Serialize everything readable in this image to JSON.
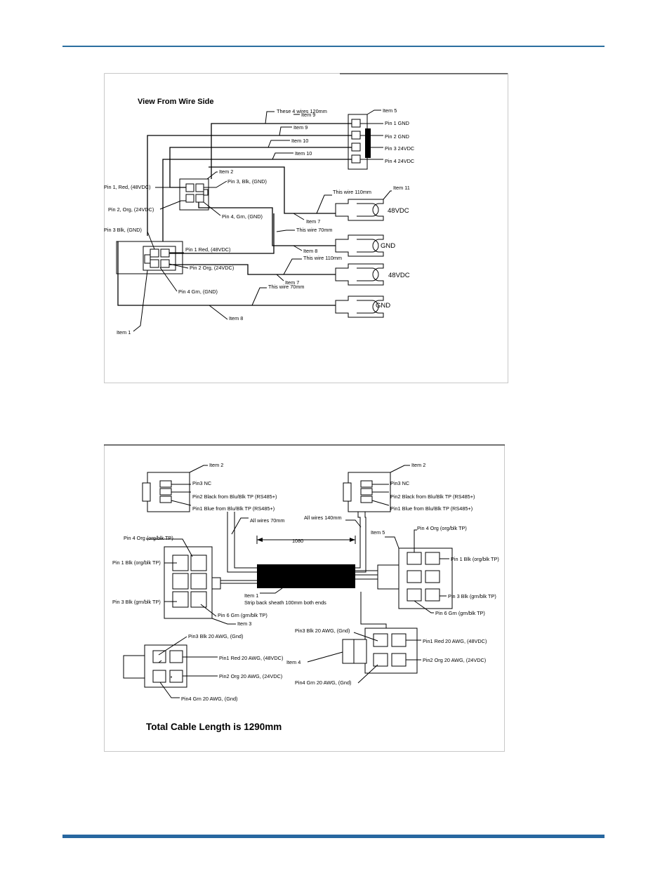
{
  "diagram1": {
    "title": "View From Wire Side",
    "labels": {
      "these4": "These 4 wires 120mm",
      "item9a": "Item 9",
      "item9b": "Item 9",
      "item10a": "Item 10",
      "item10b": "Item 10",
      "item5": "Item 5",
      "p1gnd": "Pin 1 GND",
      "p2gnd": "Pin 2 GND",
      "p3v": "Pin 3 24VDC",
      "p4v": "Pin 4 24VDC",
      "item2": "Item 2",
      "p1red": "Pin 1, Red, (48VDC)",
      "p3blk": "Pin 3, Blk, (GND)",
      "p2org": "Pin 2, Org, (24VDC)",
      "p4grn": "Pin 4, Grn, (GND)",
      "w110a": "This wire 110mm",
      "item11": "Item 11",
      "v48a": "48VDC",
      "item7a": "Item 7",
      "w70a": "This wire 70mm",
      "gnda": "GND",
      "item8a": "Item 8",
      "w110b": "This wire 110mm",
      "v48b": "48VDC",
      "item7b": "Item 7",
      "w70b": "This wire 70mm",
      "gndb": "GND",
      "item8b": "Item 8",
      "p3blkB": "Pin 3 Blk, (GND)",
      "p1redB": "Pin 1 Red, (48VDC)",
      "p2orgB": "Pin 2 Org, (24VDC)",
      "p4grnB": "Pin 4 Grn, (GND)",
      "item1": "Item 1"
    }
  },
  "diagram2": {
    "total": "Total Cable Length is 1290mm",
    "labels": {
      "item2L": "Item 2",
      "pin3ncL": "Pin3 NC",
      "pin2L": "Pin2 Black from Blu/Blk TP (RS485+)",
      "pin1L": "Pin1 Blue from Blu/Blk TP (RS485+)",
      "item2R": "Item 2",
      "pin3ncR": "Pin3 NC",
      "pin2R": "Pin2 Black from Blu/Blk TP (RS485+)",
      "pin1R": "Pin1 Blue from Blu/Blk TP (RS485+)",
      "all70": "All wires 70mm",
      "all140": "All wires 140mm",
      "dim": "1080",
      "item5": "Item 5",
      "p4orgL": "Pin 4 Org (org/blk TP)",
      "p1blkL": "Pin 1 Blk (org/blk TP)",
      "p3blkL": "Pin 3 Blk (grn/blk TP)",
      "p6grnL": "Pin 6 Grn (grn/blk TP)",
      "item3": "Item 3",
      "item1": "Item 1",
      "strip": "Strip back sheath 100mm both ends",
      "p4orgR": "Pin 4 Org (org/blk TP)",
      "p1blkR": "Pin 1 Blk (org/blk TP)",
      "p3blkR": "Pin 3 Blk (grn/blk TP)",
      "p6grnR": "Pin 6 Grn (grn/blk TP)",
      "pin3blkL": "Pin3 Blk 20 AWG, (Gnd)",
      "pin1redL": "Pin1 Red 20 AWG, (48VDC)",
      "pin2orgL": "Pin2 Org 20 AWG, (24VDC)",
      "pin4grnL": "Pin4 Grn 20 AWG,  (Gnd)",
      "pin3blkR": "Pin3 Blk 20 AWG, (Gnd)",
      "pin1redR": "Pin1 Red 20 AWG, (48VDC)",
      "pin2orgR": "Pin2 Org 20 AWG, (24VDC)",
      "pin4grnR": "Pin4 Grn 20 AWG,  (Gnd)",
      "item4": "Item 4"
    }
  }
}
